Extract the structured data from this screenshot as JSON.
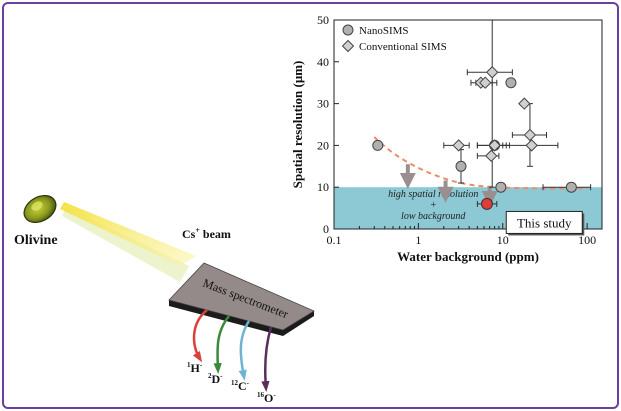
{
  "diagram": {
    "olivine_label": "Olivine",
    "beam_label": "Cs",
    "beam_charge": "+",
    "beam_suffix": " beam",
    "spectrometer_label": "Mass spectrometer",
    "ions": [
      {
        "mass": "1",
        "symbol": "H",
        "charge": "-",
        "color": "#d9413a"
      },
      {
        "mass": "2",
        "symbol": "D",
        "charge": "-",
        "color": "#3b8a3a"
      },
      {
        "mass": "12",
        "symbol": "C",
        "charge": "-",
        "color": "#6fb3d2"
      },
      {
        "mass": "16",
        "symbol": "O",
        "charge": "-",
        "color": "#5c2c5c"
      }
    ]
  },
  "chart_data": {
    "type": "scatter",
    "xlabel": "Water background (ppm)",
    "ylabel": "Spatial resolution (μm)",
    "xscale": "log",
    "xlim": [
      0.1,
      150
    ],
    "ylim": [
      0,
      50
    ],
    "xticks": [
      0.1,
      1,
      10,
      100
    ],
    "xtick_labels": [
      "0.1",
      "1",
      "10",
      "100"
    ],
    "yticks": [
      0,
      10,
      20,
      30,
      40,
      50
    ],
    "legend": {
      "placement": "top-left",
      "entries": [
        "NanoSIMS",
        "Conventional SIMS"
      ]
    },
    "series": [
      {
        "name": "NanoSIMS",
        "marker": "circle",
        "color": "#b0b0b0",
        "points": [
          {
            "x": 0.33,
            "y": 20
          },
          {
            "x": 3.2,
            "y": 15,
            "ylo": 11,
            "yhi": 19
          },
          {
            "x": 8,
            "y": 20,
            "xlo": 5,
            "xhi": 12
          },
          {
            "x": 9.5,
            "y": 10
          },
          {
            "x": 12.5,
            "y": 35
          },
          {
            "x": 65,
            "y": 10,
            "xlo": 30,
            "xhi": 110
          }
        ]
      },
      {
        "name": "Conventional SIMS",
        "marker": "diamond",
        "color": "#d0d0d0",
        "points": [
          {
            "x": 3,
            "y": 20,
            "xlo": 2,
            "xhi": 4
          },
          {
            "x": 5.5,
            "y": 35,
            "xlo": 4.2,
            "xhi": 7.5
          },
          {
            "x": 6.2,
            "y": 35,
            "xlo": 4.8,
            "xhi": 8.5
          },
          {
            "x": 7.5,
            "y": 37.5,
            "xlo": 3.8,
            "xhi": 13,
            "ylo": 10,
            "yhi": 50
          },
          {
            "x": 7.3,
            "y": 17.5,
            "xlo": 5,
            "xhi": 9
          },
          {
            "x": 8,
            "y": 20,
            "xlo": 5,
            "xhi": 11
          },
          {
            "x": 18,
            "y": 30
          },
          {
            "x": 21,
            "y": 22.5,
            "xlo": 13,
            "xhi": 33,
            "ylo": 15,
            "yhi": 30
          },
          {
            "x": 22,
            "y": 20,
            "xlo": 10,
            "xhi": 45
          }
        ]
      }
    ],
    "this_study": {
      "x": 6.5,
      "y": 6,
      "xlo": 5,
      "xhi": 8.5,
      "color": "#e03b36",
      "label": "This study"
    },
    "trend_curve": [
      [
        0.3,
        22
      ],
      [
        0.5,
        18
      ],
      [
        1,
        14.5
      ],
      [
        2,
        12
      ],
      [
        4,
        10.5
      ],
      [
        8,
        10
      ],
      [
        20,
        9.7
      ],
      [
        100,
        9.7
      ]
    ],
    "trend_arrows": [
      {
        "x": 0.75,
        "y_from": 15.5,
        "y_to": 11.5
      },
      {
        "x": 2.1,
        "y_from": 11.6,
        "y_to": 8.2
      },
      {
        "x": 7,
        "y_from": 10.2,
        "y_to": 7.2
      }
    ],
    "target_region": {
      "xmin": 0.1,
      "xmax": 150,
      "ymin": 0,
      "ymax": 10,
      "color": "#8cc9d4",
      "text_lines": [
        "high spatial resolution",
        "+",
        "low background"
      ]
    }
  }
}
